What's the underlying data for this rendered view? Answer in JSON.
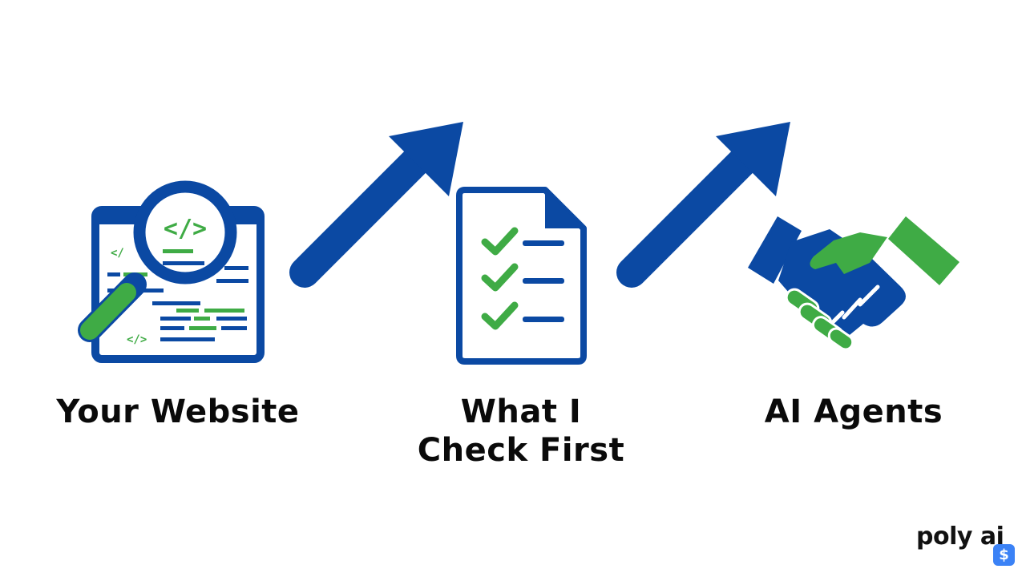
{
  "colors": {
    "blue": "#0b49a3",
    "green": "#3fab45",
    "text": "#0a0a0a",
    "background": "#ffffff",
    "badge": "#3b82f6"
  },
  "steps": [
    {
      "label_lines": [
        "Your Website"
      ],
      "icon": "website-magnifier-icon"
    },
    {
      "label_lines": [
        "What I",
        "Check First"
      ],
      "icon": "checklist-document-icon"
    },
    {
      "label_lines": [
        "AI Agents"
      ],
      "icon": "handshake-icon"
    }
  ],
  "connectors": [
    {
      "icon": "arrow-up-right-icon"
    },
    {
      "icon": "arrow-up-right-icon"
    }
  ],
  "code_symbol": "</>",
  "brand": {
    "name": "poly ai",
    "badge_glyph": "$"
  }
}
